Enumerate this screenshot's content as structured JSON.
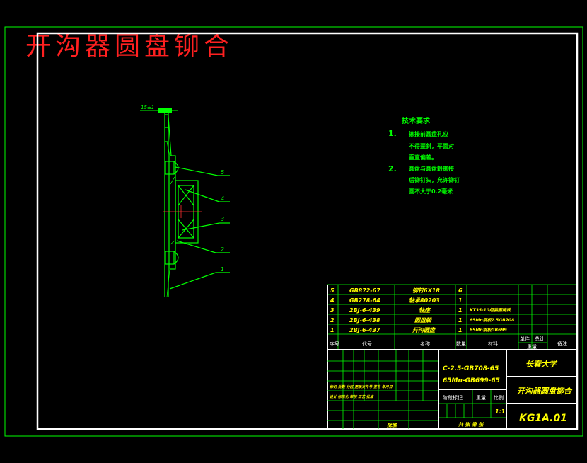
{
  "title": "开沟器圆盘铆合",
  "requirements": {
    "heading": "技术要求",
    "items": [
      {
        "num": "1.",
        "lines": [
          "铆接前圆盘孔应",
          "不得歪斜，平面对",
          "垂直偏差。"
        ]
      },
      {
        "num": "2.",
        "lines": [
          "圆盘与圆盘毂铆接",
          "后铆钉头，允许铆钉",
          "圆不大于0.2毫米"
        ]
      }
    ]
  },
  "balloons": [
    "5",
    "4",
    "3",
    "2",
    "1"
  ],
  "dimension_text": "15±1",
  "parts": [
    {
      "no": "5",
      "code": "GB872-67",
      "name": "铆钉6X18",
      "qty": "6",
      "material": ""
    },
    {
      "no": "4",
      "code": "GB278-64",
      "name": "轴承80203",
      "qty": "1",
      "material": ""
    },
    {
      "no": "3",
      "code": "2BJ-6-439",
      "name": "轴座",
      "qty": "1",
      "material": "KT35-10组装图铸铁"
    },
    {
      "no": "2",
      "code": "2BJ-6-438",
      "name": "圆盘毂",
      "qty": "1",
      "material": "65Mn钢板2.5GB708"
    },
    {
      "no": "1",
      "code": "2BJ-6-437",
      "name": "开沟圆盘",
      "qty": "1",
      "material": "65Mn钢板GB699"
    }
  ],
  "parts_header": {
    "no": "序号",
    "code": "代号",
    "name": "名称",
    "qty": "数量",
    "material": "材料",
    "unit": "单件",
    "total": "总计",
    "weight": "重量",
    "remark": "备注"
  },
  "title_block": {
    "material_line1": "C-2.5-GB708-65",
    "material_line2": "65Mn-GB699-65",
    "school": "长春大学",
    "drawing_name": "开沟器圆盘铆合",
    "drawing_no": "KG1A.01",
    "stage_label": "阶段标记",
    "weight_label": "重量",
    "scale_label": "比例",
    "scale": "1:1",
    "sheet_info": "共 张 第 张",
    "designer": "标记 处数 分区 更改文件号 签名 年月日",
    "process": "设计 标准化 审核 工艺 批准",
    "approve": "批准"
  }
}
